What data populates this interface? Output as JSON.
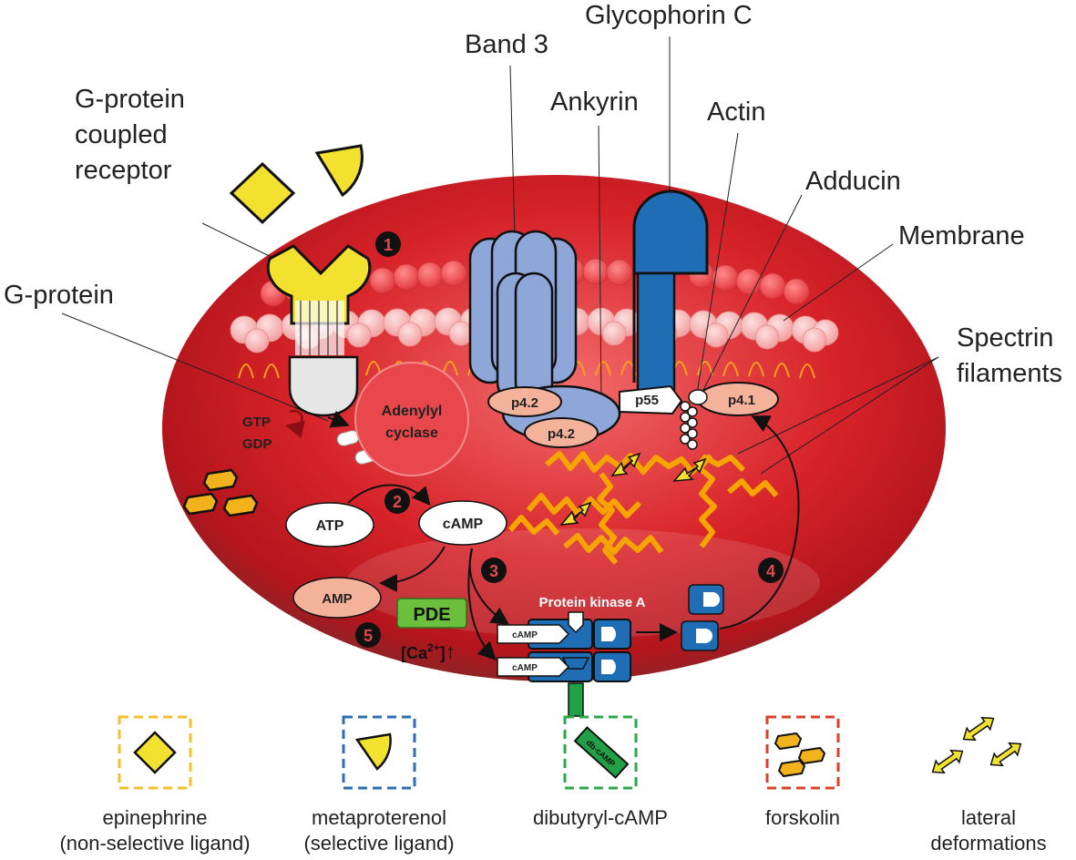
{
  "labels": {
    "gpcr": [
      "G-protein",
      "coupled",
      "receptor"
    ],
    "g_protein": "G-protein",
    "band3": "Band 3",
    "glycophorin": "Glycophorin C",
    "ankyrin": "Ankyrin",
    "actin": "Actin",
    "adducin": "Adducin",
    "membrane": "Membrane",
    "spectrin": [
      "Spectrin",
      "filaments"
    ]
  },
  "cell": {
    "gtp": "GTP",
    "gdp": "GDP",
    "adenylyl_cyclase": [
      "Adenylyl",
      "cyclase"
    ],
    "atp": "ATP",
    "camp": "cAMP",
    "amp": "AMP",
    "pde": "PDE",
    "calcium_base": "[Ca",
    "calcium_sup": "2+",
    "calcium_tail": "]",
    "calcium_arrow": "↑",
    "pka": "Protein kinase A",
    "camp_tag": "cAMP",
    "p42": "p4.2",
    "p55": "p55",
    "p41": "p4.1",
    "db_camp": "db-cAMP",
    "steps": [
      "1",
      "2",
      "3",
      "4",
      "5"
    ]
  },
  "legend": [
    {
      "icon": "epinephrine-icon",
      "lines": [
        "epinephrine",
        "(non-selective ligand)"
      ],
      "border": "#f2c12e"
    },
    {
      "icon": "metaproterenol-icon",
      "lines": [
        "metaproterenol",
        "(selective ligand)"
      ],
      "border": "#2e6db4"
    },
    {
      "icon": "dibutyryl-camp-icon",
      "lines": [
        "dibutyryl-cAMP"
      ],
      "border": "#2ba84a"
    },
    {
      "icon": "forskolin-icon",
      "lines": [
        "forskolin"
      ],
      "border": "#d9412b"
    },
    {
      "icon": "lateral-deformation-icon",
      "lines": [
        "lateral",
        "deformations"
      ],
      "border": "none"
    }
  ],
  "colors": {
    "cell_red": "#d6202a",
    "ligand_yellow": "#f2e12e",
    "band3_blue": "#8fa6d8",
    "glycophorin_blue": "#1f6db5",
    "spectrin_orange": "#f5a400",
    "pde_green": "#6cbf3c",
    "db_camp_green": "#22a046",
    "forskolin_orange": "#f2b21b",
    "p_salmon": "#f4b29a"
  }
}
